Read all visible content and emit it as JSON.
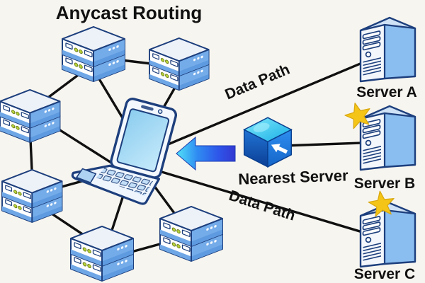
{
  "diagram": {
    "title": "Anycast Routing",
    "client": {
      "icon": "laptop-icon"
    },
    "mesh": {
      "router_count": 6,
      "icon": "router-stack-icon"
    },
    "servers": [
      {
        "label": "Server A",
        "icon": "tower-server-icon",
        "starred": false
      },
      {
        "label": "Server B",
        "icon": "tower-server-icon",
        "starred": true
      },
      {
        "label": "Server C",
        "icon": "tower-server-icon",
        "starred": true
      }
    ],
    "nearest_server": {
      "label": "Nearest Server",
      "icon": "routing-cube-icon"
    },
    "paths": [
      {
        "label": "Data Path",
        "from": "laptop",
        "to": "Server A"
      },
      {
        "label": "Data Path",
        "from": "laptop",
        "to": "Server C"
      }
    ],
    "arrow": {
      "icon": "left-arrow-icon",
      "direction": "left"
    },
    "edges": [
      [
        "router-1",
        "router-2"
      ],
      [
        "router-1",
        "router-3"
      ],
      [
        "router-1",
        "laptop"
      ],
      [
        "router-2",
        "laptop"
      ],
      [
        "router-3",
        "laptop"
      ],
      [
        "router-3",
        "router-4"
      ],
      [
        "router-4",
        "laptop"
      ],
      [
        "router-4",
        "router-5"
      ],
      [
        "router-5",
        "laptop"
      ],
      [
        "router-5",
        "router-6"
      ],
      [
        "router-6",
        "laptop"
      ],
      [
        "laptop",
        "server-a"
      ],
      [
        "laptop",
        "server-c"
      ],
      [
        "routing-cube",
        "server-b"
      ]
    ],
    "colors": {
      "background": "#f7f5ef",
      "outline_navy": "#1d3f7d",
      "line_black": "#101010",
      "node_blue": "#7db2ec",
      "screen_blue": "#9fd4ef",
      "cube_blue": "#1a7de8",
      "cube_cyan": "#45d4f2",
      "arrow_cyan": "#52e2f8",
      "arrow_indigo": "#3338d2",
      "star_gold": "#f4c516"
    }
  }
}
